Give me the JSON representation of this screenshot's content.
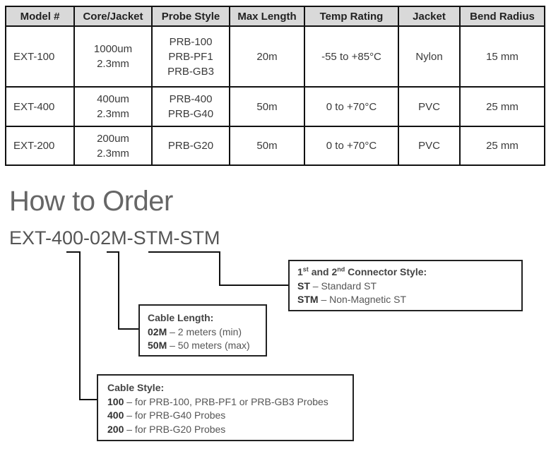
{
  "table": {
    "headers": [
      "Model #",
      "Core/Jacket",
      "Probe Style",
      "Max Length",
      "Temp Rating",
      "Jacket",
      "Bend Radius"
    ],
    "rows": [
      {
        "model": "EXT-100",
        "core": [
          "1000um",
          "2.3mm"
        ],
        "probe": [
          "PRB-100",
          "PRB-PF1",
          "PRB-GB3"
        ],
        "max_length": "20m",
        "temp": "-55 to +85°C",
        "jacket": "Nylon",
        "bend": "15 mm"
      },
      {
        "model": "EXT-400",
        "core": [
          "400um",
          "2.3mm"
        ],
        "probe": [
          "PRB-400",
          "PRB-G40"
        ],
        "max_length": "50m",
        "temp": "0 to +70°C",
        "jacket": "PVC",
        "bend": "25 mm"
      },
      {
        "model": "EXT-200",
        "core": [
          "200um",
          "2.3mm"
        ],
        "probe": [
          "PRB-G20"
        ],
        "max_length": "50m",
        "temp": "0 to +70°C",
        "jacket": "PVC",
        "bend": "25 mm"
      }
    ]
  },
  "order": {
    "title": "How to Order",
    "part_code": "EXT-400-02M-STM-STM",
    "connector_box": {
      "heading_pre": "1",
      "heading_sup1": "st",
      "heading_mid": " and 2",
      "heading_sup2": "nd",
      "heading_post": " Connector Style:",
      "items": [
        {
          "code": "ST",
          "desc": " – Standard ST"
        },
        {
          "code": "STM",
          "desc": " – Non-Magnetic ST"
        }
      ]
    },
    "length_box": {
      "heading": "Cable Length:",
      "items": [
        {
          "code": "02M",
          "desc": " – 2 meters (min)"
        },
        {
          "code": "50M",
          "desc": " – 50 meters (max)"
        }
      ]
    },
    "style_box": {
      "heading": "Cable Style:",
      "items": [
        {
          "code": "100",
          "desc": " – for PRB-100, PRB-PF1 or PRB-GB3 Probes"
        },
        {
          "code": "400",
          "desc": " – for PRB-G40 Probes"
        },
        {
          "code": "200",
          "desc": " – for PRB-G20 Probes"
        }
      ]
    }
  }
}
